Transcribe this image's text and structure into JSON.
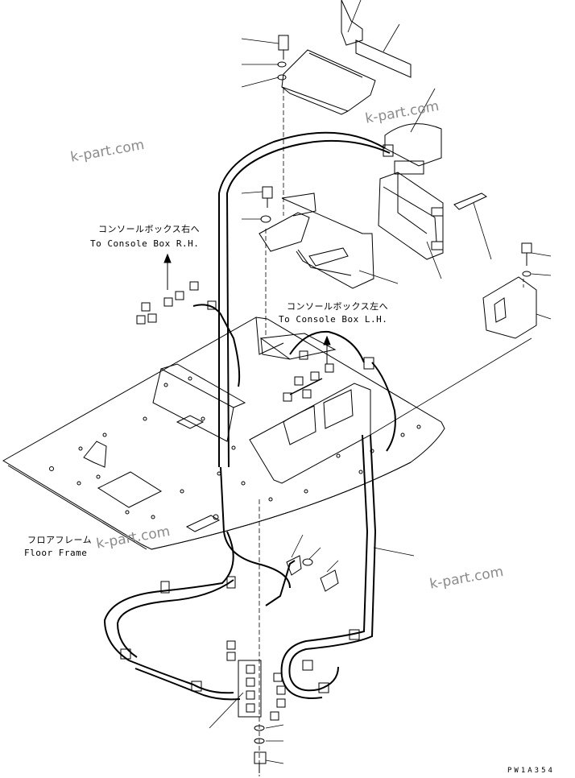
{
  "labels": {
    "console_rh_jp": "コンソールボックス右へ",
    "console_rh_en": "To Console Box R.H.",
    "console_lh_jp": "コンソールボックス左へ",
    "console_lh_en": "To Console Box L.H.",
    "floor_frame_jp": "フロアフレーム",
    "floor_frame_en": "Floor Frame",
    "drawing_code": "PW1A354"
  },
  "watermark": {
    "text": "k-part.com"
  }
}
